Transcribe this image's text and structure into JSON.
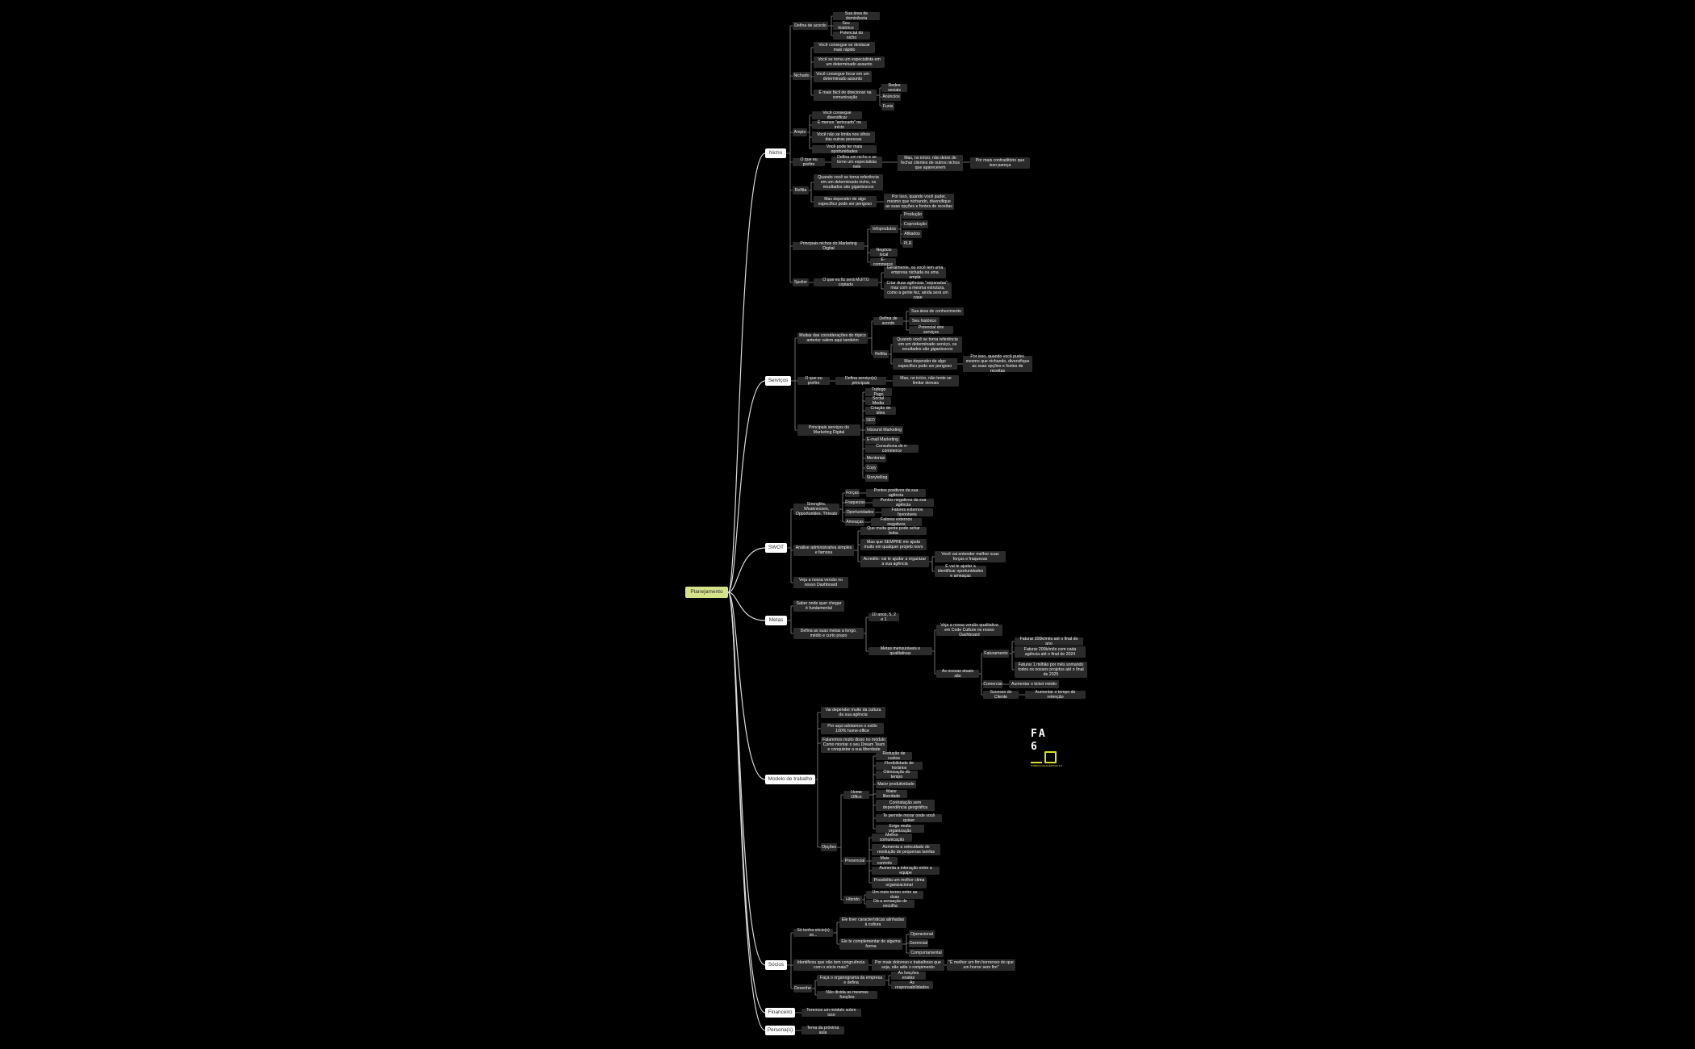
{
  "root": {
    "label": "Planejamento",
    "color": "#d6e28a"
  },
  "main": [
    {
      "id": "nicho",
      "label": "Nicho"
    },
    {
      "id": "servicos",
      "label": "Serviços"
    },
    {
      "id": "swot",
      "label": "SWOT"
    },
    {
      "id": "metas",
      "label": "Metas"
    },
    {
      "id": "modelo",
      "label": "Modelo de trabalho"
    },
    {
      "id": "socios",
      "label": "Sócios"
    },
    {
      "id": "financeiro",
      "label": "Financeiro"
    },
    {
      "id": "personas",
      "label": "Persona(s)"
    }
  ],
  "nicho": {
    "defina": "Defina de acordo",
    "defina_items": [
      "Sua área de dominância",
      "Seu histórico",
      "Potencial do nicho"
    ],
    "nichado": "Nichado",
    "nichado_items": [
      "Você consegue se destacar mais rápido",
      "Você se torna um especialista em um determinado assunto",
      "Você consegue focar em um determinado assunto",
      "É mais fácil de direcionar na comunicação"
    ],
    "comunicacao_items": [
      "Redes sociais",
      "Anúncios",
      "Funis"
    ],
    "amplo": "Amplo",
    "amplo_items": [
      "Você consegue diversificar",
      "É menos \"arriscado\" no início",
      "Você não se limita nos olhos das outras pessoas",
      "Você pode ter mais oportunidades"
    ],
    "prefiro": "O que eu prefiro",
    "prefiro_1": "Defina um nicho e se torne um especialista nele",
    "prefiro_2": "Mas, no início, não deixe de fechar clientes de outros nichos que aparecerem",
    "prefiro_3": "Por mais contraditório que isso pareça",
    "reflita": "Reflita",
    "reflita_1": "Quando você se torna referência em um determinado nicho, os resultados são gigantescos",
    "reflita_2": "Mas depender de algo específico pode ser perigoso",
    "reflita_3": "Por isso, quando você puder, mesmo que nichando, diversifique as suas opções e fontes de receitas",
    "principais": "Principais nichos do Marketing Digital",
    "infoprodutos": "Infoprodutos",
    "info_items": [
      "Produção",
      "Coprodução",
      "Afiliados",
      "PLR"
    ],
    "negocio_local": "Negócio local",
    "ecommerce": "E-commerce",
    "spoiler": "Spoiler",
    "spoiler_1": "O que eu fiz será MUITO copiado",
    "spoiler_items": [
      "Geralmente, ou você tem uma empresa nichada ou uma ampla",
      "Criar duas agências \"separadas\", mas com a mesma estrutura, como a gente fez, ainda será um case"
    ]
  },
  "servicos": {
    "muitas": "Muitas das considerações do tópico anterior valem aqui também",
    "defina": "Defina de acordo",
    "defina_items": [
      "Sua área de conhecimento",
      "Seu histórico",
      "Potencial dos serviços"
    ],
    "reflita": "Reflita",
    "reflita_1": "Quando você se torna referência em um determinado serviço, os resultados são gigantescos",
    "reflita_2": "Mas depender de algo específico pode ser perigoso",
    "reflita_3": "Por isso, quando você puder, mesmo que nichando, diversifique as suas opções e fontes de receitas",
    "prefiro": "O que eu prefiro",
    "prefiro_1": "Defina serviço(s) principais",
    "prefiro_2": "Mas, no início, não tente se limitar demais",
    "principais": "Principais serviços do Marketing Digital",
    "principais_items": [
      "Tráfego Pago",
      "Social Media",
      "Criação de sites",
      "SEO",
      "Inbound Marketing",
      "E-mail Marketing",
      "Consultoria de e-commerce",
      "Mentorias",
      "Copy",
      "Storytelling"
    ]
  },
  "swot": {
    "sw": "Strengths, Weaknesses, Opportunities, Threats",
    "sw_items": [
      {
        "k": "Forças",
        "v": "Pontos positivos da sua agência"
      },
      {
        "k": "Fraquezas",
        "v": "Pontos negativos da sua agência"
      },
      {
        "k": "Oportunidades",
        "v": "Fatores externos favoráveis"
      },
      {
        "k": "Ameaças",
        "v": "Fatores externos negativos"
      }
    ],
    "analise": "Análise administrativa simples e famosa",
    "analise_items": [
      "Que muita gente pode achar boba",
      "Mas que SEMPRE me ajuda muito em qualquer projeto novo",
      "Acredite: vai te ajudar a organizar a sua agência"
    ],
    "acredite_items": [
      "Você vai entender melhor suas forças e fraquezas",
      "E vai te ajudar a identificar oportunidades e ameaças"
    ],
    "veja": "Veja a nossa versão no nosso Dashboard"
  },
  "metas": {
    "saber": "Saber onde quer chegar é fundamental",
    "defina": "Defina as suas metas a longo, médio e curto prazo",
    "anos": "10 anos, 5, 2 e 1",
    "mensuraveis": "Metas mensuráveis e qualitativas",
    "veja": "Veja a nossa versão qualitativa em Code Culture no nosso Dashboard",
    "atuais": "As nossas atuais são",
    "faturamento": "Faturamento",
    "fat_items": [
      "Faturar 200k/mês até o final do ano",
      "Faturar 200k/mês com cada agência até o final de 2024",
      "Faturar 1 milhão por mês somando todos os nossos projetos até o final de 2025"
    ],
    "comercial": "Comercial",
    "comercial_item": "Aumentar o ticket médio",
    "sucesso": "Sucesso do Cliente",
    "sucesso_item": "Aumentar o tempo de retenção"
  },
  "modelo": {
    "top_items": [
      "Vai depender muito da cultura da sua agência",
      "Por aqui adotamos o estilo 100% home-office",
      "Falaremos muito disso no módulo Como montar o seu Dream Team e conquistar a sua liberdade"
    ],
    "opcoes": "Opções",
    "home": "Home Office",
    "home_items": [
      "Redução de custos",
      "Flexibilidade de horários",
      "Otimização do tempo",
      "Maior produtividade",
      "Maior liberdade",
      "Contratação sem dependência geográfica",
      "Te permite morar onde você quiser",
      "Exige muita organização"
    ],
    "presencial": "Presencial",
    "presencial_items": [
      "Melhor comunicação",
      "Aumenta a velocidade de resolução de pequenas tarefas",
      "Mais controle",
      "Aumenta a interação entre a equipe",
      "Possibilita um melhor clima organizacional"
    ],
    "hibrido": "Híbrido",
    "hibrido_items": [
      "Um meio termo entre as duas",
      "Dá a sensação de escolha"
    ]
  },
  "socios": {
    "so": "Só tenha sócio(s) se...",
    "so_items": [
      "Ele tiver características alinhadas à cultura",
      "Ele te complementar de alguma forma"
    ],
    "forma_items": [
      "Operacional",
      "Gerencial",
      "Comportamental"
    ],
    "identificou": "Identificou que não tem congruência com o sócio mais?",
    "identificou_1": "Por mais doloroso e trabalhoso que seja, não adie o rompimento",
    "identificou_2": "\"É melhor um fim horroroso do que um horror sem fim\"",
    "desenhe": "Desenhe",
    "faca": "Faça o organograma da empresa e defina",
    "faca_items": [
      "As funções exatas",
      "As responsabilidades"
    ],
    "nao_divida": "Não divida as mesmas funções"
  },
  "financeiro": {
    "item": "Teremos um módulo sobre isso"
  },
  "personas": {
    "item": "Tema da próxima aula"
  },
  "logo": {
    "letters_top": "FA",
    "letters_bottom": "6",
    "subtitle": "FÁBRICA DE AGÊNCIAS 6.0",
    "accent": "#d8e02a"
  }
}
